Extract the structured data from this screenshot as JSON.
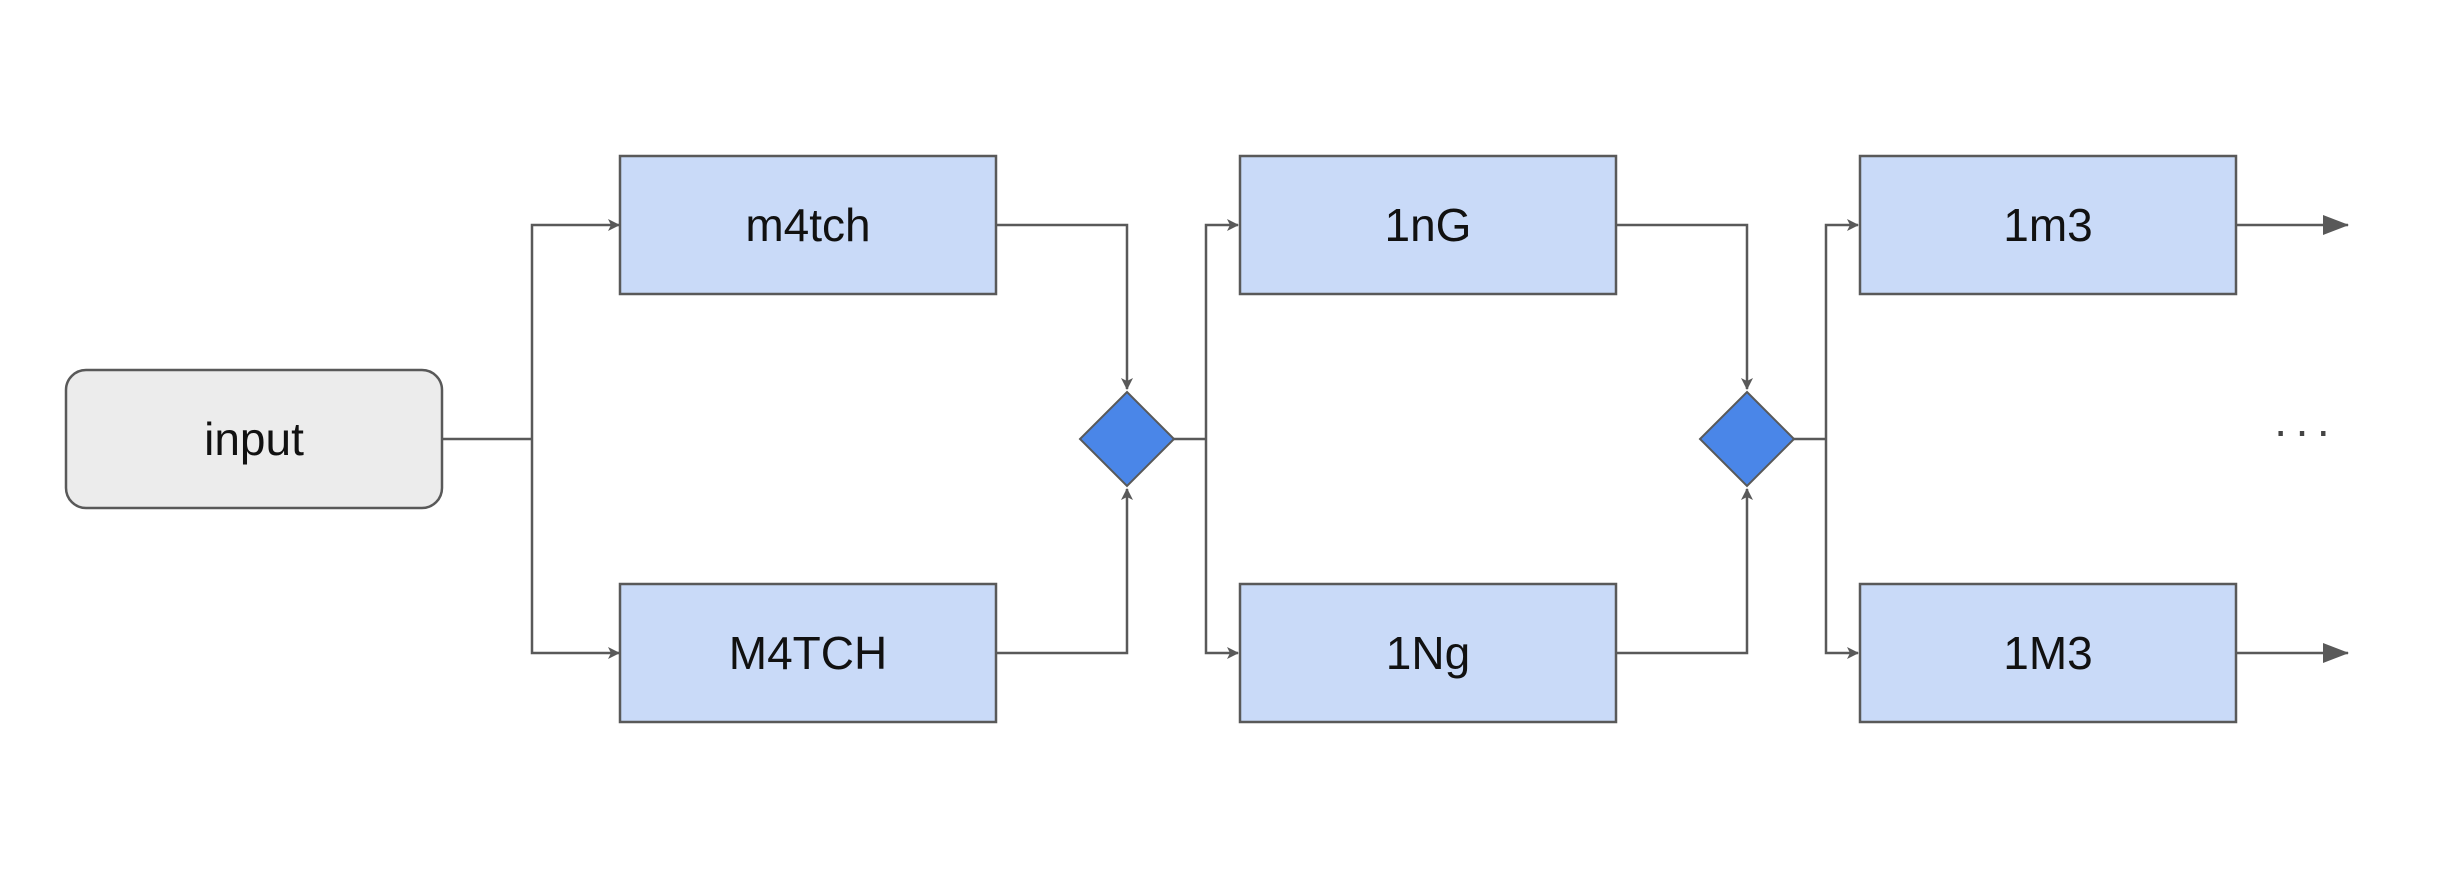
{
  "diagram": {
    "input": {
      "label": "input"
    },
    "stages": [
      {
        "top": "m4tch",
        "bottom": "M4TCH"
      },
      {
        "top": "1nG",
        "bottom": "1Ng"
      },
      {
        "top": "1m3",
        "bottom": "1M3"
      }
    ],
    "continuation": "···",
    "colors": {
      "input_fill": "#ececec",
      "box_fill": "#c9daf8",
      "diamond_fill": "#4a86e8",
      "stroke": "#595959"
    }
  }
}
